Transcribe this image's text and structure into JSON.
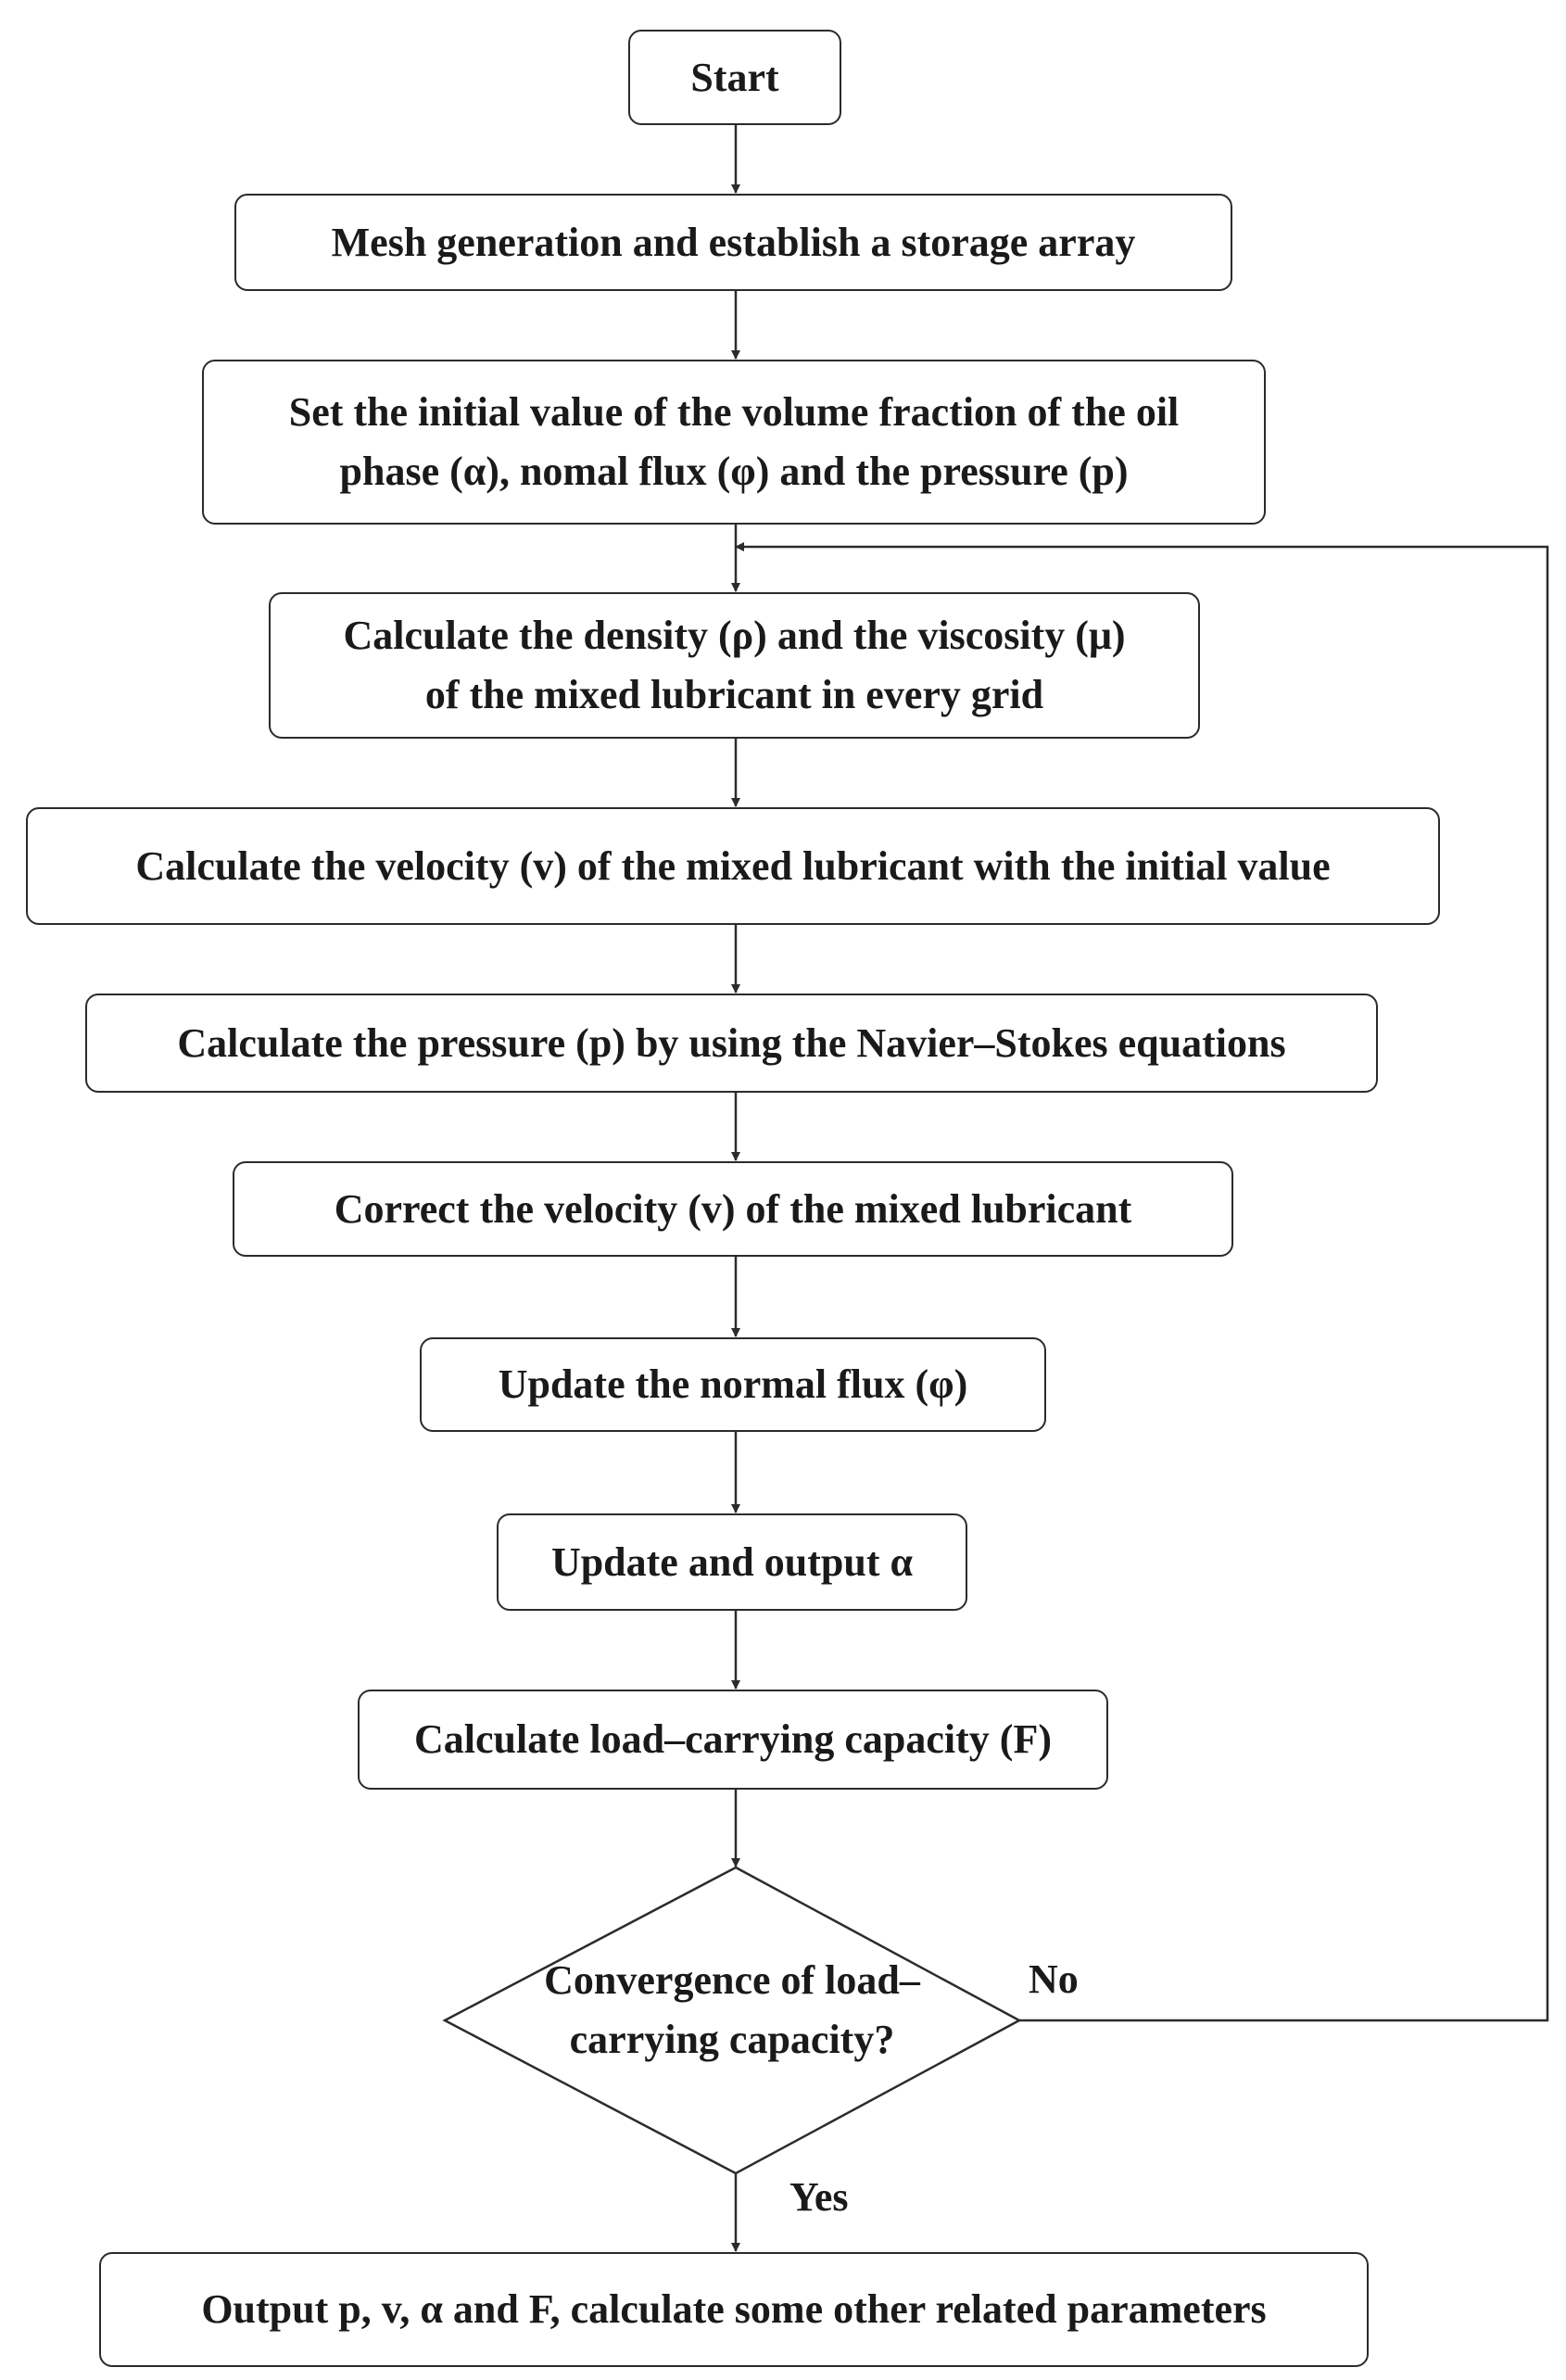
{
  "flowchart": {
    "start": "Start",
    "mesh": "Mesh generation and establish a storage array",
    "init_line1": "Set the initial value of the volume fraction of the oil",
    "init_line2": "phase (α), nomal flux (φ) and the pressure (p)",
    "density_line1": "Calculate the density (ρ) and the viscosity (μ)",
    "density_line2": "of the mixed lubricant in every grid",
    "velocity": "Calculate the velocity (v) of the mixed lubricant with the initial value",
    "pressure": "Calculate the pressure (p) by using the Navier–Stokes equations",
    "correct": "Correct the velocity (v) of the mixed lubricant",
    "update_flux": "Update the normal flux (φ)",
    "update_alpha": "Update and output α",
    "load": "Calculate load–carrying capacity (F)",
    "decision_line1": "Convergence of load–",
    "decision_line2": "carrying capacity?",
    "no_label": "No",
    "yes_label": "Yes",
    "output": "Output p, v, α and F, calculate some other related parameters"
  },
  "colors": {
    "stroke": "#2b2b2b",
    "text": "#1a1a1a",
    "background": "#ffffff"
  }
}
